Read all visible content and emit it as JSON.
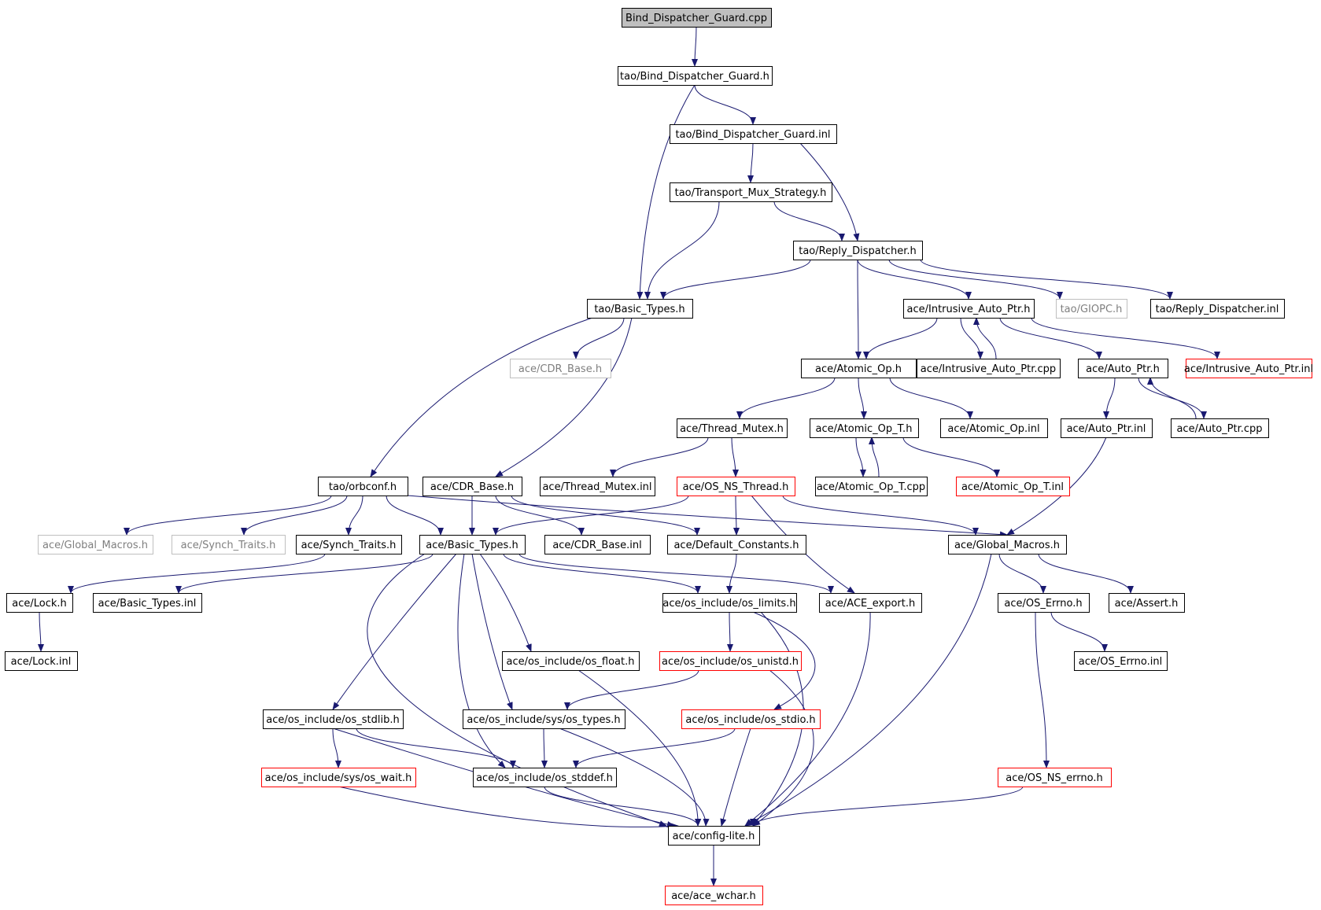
{
  "colors": {
    "edge": "#191970",
    "border_normal": "#000000",
    "border_external": "#bfbfbf",
    "border_truncated": "#ff0000",
    "fill_root": "#bfbfbf",
    "fill_normal": "#ffffff",
    "text_normal": "#000000",
    "text_external": "#7f7f7f"
  },
  "nodes": [
    {
      "id": "n0",
      "label": "Bind_Dispatcher_Guard.cpp",
      "kind": "root"
    },
    {
      "id": "n1",
      "label": "tao/Bind_Dispatcher_Guard.h",
      "kind": "normal"
    },
    {
      "id": "n2",
      "label": "tao/Bind_Dispatcher_Guard.inl",
      "kind": "normal"
    },
    {
      "id": "n3",
      "label": "tao/Transport_Mux_Strategy.h",
      "kind": "normal"
    },
    {
      "id": "n4",
      "label": "tao/Reply_Dispatcher.h",
      "kind": "normal"
    },
    {
      "id": "n5",
      "label": "tao/Basic_Types.h",
      "kind": "normal"
    },
    {
      "id": "n6",
      "label": "ace/Intrusive_Auto_Ptr.h",
      "kind": "normal"
    },
    {
      "id": "n7",
      "label": "tao/GIOPC.h",
      "kind": "external"
    },
    {
      "id": "n8",
      "label": "tao/Reply_Dispatcher.inl",
      "kind": "normal"
    },
    {
      "id": "n9",
      "label": "ace/CDR_Base.h",
      "kind": "external"
    },
    {
      "id": "n10",
      "label": "ace/Atomic_Op.h",
      "kind": "normal"
    },
    {
      "id": "n11",
      "label": "ace/Intrusive_Auto_Ptr.cpp",
      "kind": "normal"
    },
    {
      "id": "n12",
      "label": "ace/Auto_Ptr.h",
      "kind": "normal"
    },
    {
      "id": "n13",
      "label": "ace/Intrusive_Auto_Ptr.inl",
      "kind": "truncated"
    },
    {
      "id": "n14",
      "label": "ace/Thread_Mutex.h",
      "kind": "normal"
    },
    {
      "id": "n15",
      "label": "ace/Atomic_Op_T.h",
      "kind": "normal"
    },
    {
      "id": "n16",
      "label": "ace/Atomic_Op.inl",
      "kind": "normal"
    },
    {
      "id": "n17",
      "label": "ace/Auto_Ptr.inl",
      "kind": "normal"
    },
    {
      "id": "n18",
      "label": "ace/Auto_Ptr.cpp",
      "kind": "normal"
    },
    {
      "id": "n19",
      "label": "tao/orbconf.h",
      "kind": "normal"
    },
    {
      "id": "n20",
      "label": "ace/CDR_Base.h",
      "kind": "normal"
    },
    {
      "id": "n21",
      "label": "ace/Thread_Mutex.inl",
      "kind": "normal"
    },
    {
      "id": "n22",
      "label": "ace/OS_NS_Thread.h",
      "kind": "truncated"
    },
    {
      "id": "n23",
      "label": "ace/Atomic_Op_T.cpp",
      "kind": "normal"
    },
    {
      "id": "n24",
      "label": "ace/Atomic_Op_T.inl",
      "kind": "truncated"
    },
    {
      "id": "n25",
      "label": "ace/Global_Macros.h",
      "kind": "external"
    },
    {
      "id": "n26",
      "label": "ace/Synch_Traits.h",
      "kind": "external"
    },
    {
      "id": "n27",
      "label": "ace/Synch_Traits.h",
      "kind": "normal"
    },
    {
      "id": "n28",
      "label": "ace/Basic_Types.h",
      "kind": "normal"
    },
    {
      "id": "n29",
      "label": "ace/CDR_Base.inl",
      "kind": "normal"
    },
    {
      "id": "n30",
      "label": "ace/Default_Constants.h",
      "kind": "normal"
    },
    {
      "id": "n31",
      "label": "ace/Global_Macros.h",
      "kind": "normal"
    },
    {
      "id": "n32",
      "label": "ace/Lock.h",
      "kind": "normal"
    },
    {
      "id": "n33",
      "label": "ace/Basic_Types.inl",
      "kind": "normal"
    },
    {
      "id": "n34",
      "label": "ace/os_include/os_limits.h",
      "kind": "normal"
    },
    {
      "id": "n35",
      "label": "ace/ACE_export.h",
      "kind": "normal"
    },
    {
      "id": "n36",
      "label": "ace/OS_Errno.h",
      "kind": "normal"
    },
    {
      "id": "n37",
      "label": "ace/Assert.h",
      "kind": "normal"
    },
    {
      "id": "n38",
      "label": "ace/Lock.inl",
      "kind": "normal"
    },
    {
      "id": "n39",
      "label": "ace/os_include/os_float.h",
      "kind": "normal"
    },
    {
      "id": "n40",
      "label": "ace/os_include/os_unistd.h",
      "kind": "truncated"
    },
    {
      "id": "n41",
      "label": "ace/OS_Errno.inl",
      "kind": "normal"
    },
    {
      "id": "n42",
      "label": "ace/os_include/os_stdlib.h",
      "kind": "normal"
    },
    {
      "id": "n43",
      "label": "ace/os_include/sys/os_types.h",
      "kind": "normal"
    },
    {
      "id": "n44",
      "label": "ace/os_include/os_stdio.h",
      "kind": "truncated"
    },
    {
      "id": "n45",
      "label": "ace/os_include/sys/os_wait.h",
      "kind": "truncated"
    },
    {
      "id": "n46",
      "label": "ace/os_include/os_stddef.h",
      "kind": "normal"
    },
    {
      "id": "n47",
      "label": "ace/OS_NS_errno.h",
      "kind": "truncated"
    },
    {
      "id": "n48",
      "label": "ace/config-lite.h",
      "kind": "normal"
    },
    {
      "id": "n49",
      "label": "ace/ace_wchar.h",
      "kind": "truncated"
    }
  ]
}
